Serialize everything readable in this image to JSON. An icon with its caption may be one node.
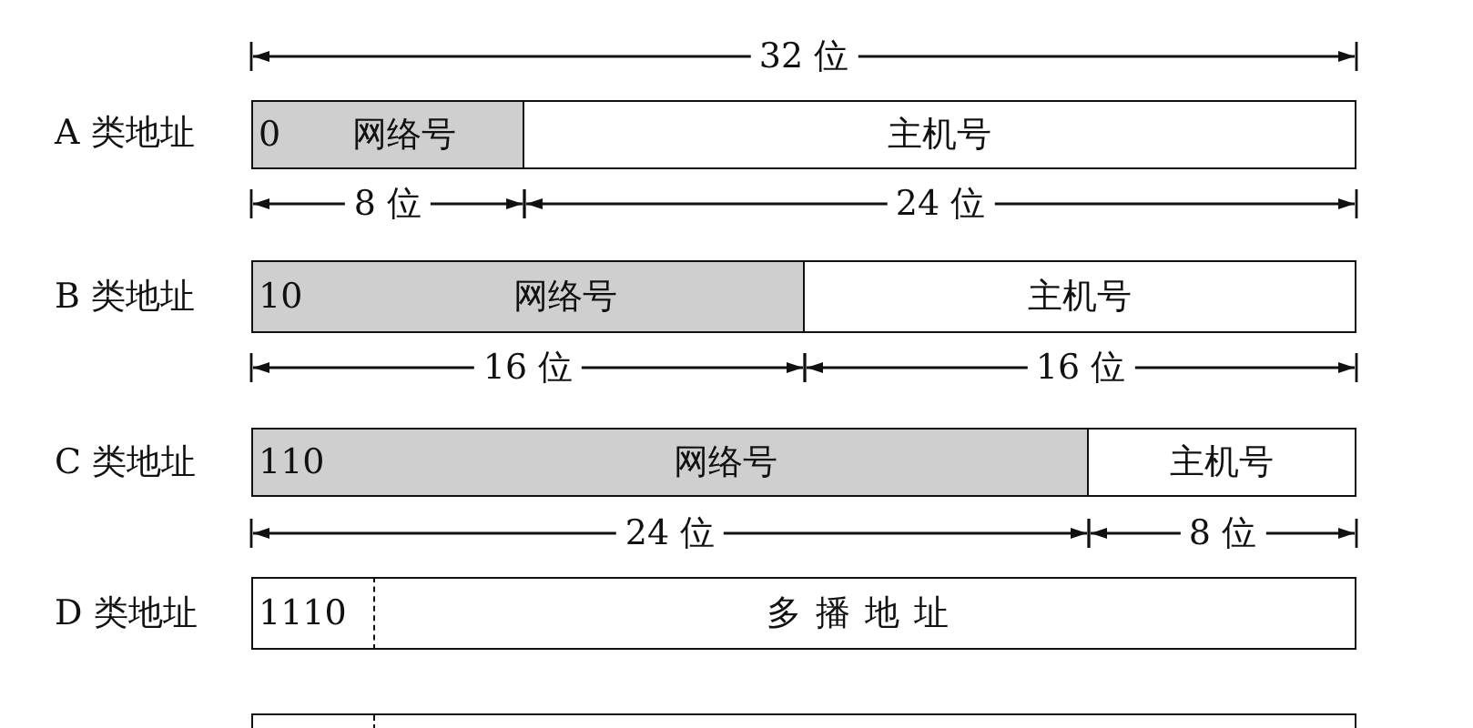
{
  "diagram": {
    "nodes": [
      {
        "text": [
          "0"
        ]
      },
      {
        "text": [
          "网络号"
        ]
      },
      {
        "text": [
          "主机号"
        ]
      },
      {
        "text": [
          "10"
        ]
      },
      {
        "text": [
          "网络号"
        ]
      },
      {
        "text": [
          "主机号"
        ]
      },
      {
        "text": [
          "110"
        ]
      },
      {
        "text": [
          "网络号"
        ]
      },
      {
        "text": [
          "主机号"
        ]
      },
      {
        "text": [
          "1110"
        ]
      },
      {
        "text": [
          "多播地址"
        ]
      },
      {
        "text": [],
        "shape": "box"
      }
    ],
    "edges": [],
    "labels": [
      "32 位",
      "A 类地址",
      "8 位",
      "24 位",
      "B 类地址",
      "16 位",
      "16 位",
      "C 类地址",
      "24 位",
      "8 位",
      "D 类地址"
    ]
  }
}
